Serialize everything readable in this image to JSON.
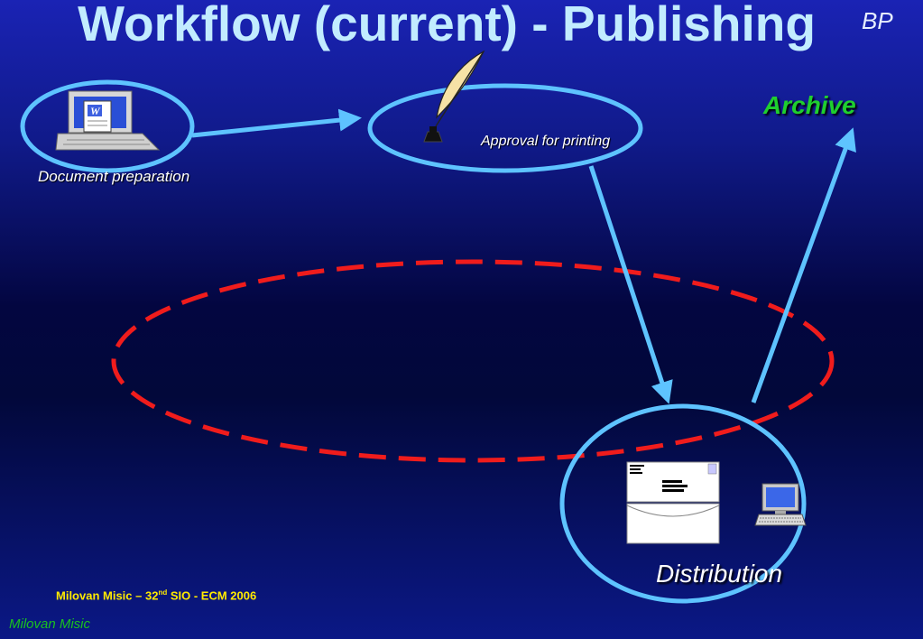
{
  "slide": {
    "title": "Workflow (current) - Publishing",
    "corner_mark": "BP",
    "footer": {
      "pre": "Milovan Misic – 32",
      "sup": "nd",
      "post": " SIO - ECM 2006"
    },
    "author": "Milovan Misic"
  },
  "diagram": {
    "nodes": {
      "document_preparation": "Document preparation",
      "approval": "Approval for printing",
      "distribution": "Distribution",
      "archive": "Archive"
    }
  },
  "colors": {
    "title": "#c2ecff",
    "ellipse_stroke": "#5ec3ff",
    "arrow": "#5ec3ff",
    "dashed_ellipse": "#f01c1c",
    "archive_text": "#1fcf2e",
    "footer_text": "#ffea00",
    "author_text": "#19c21f"
  },
  "icons": [
    "word-laptop-icon",
    "quill-inkwell-icon",
    "envelope-letter-icon",
    "desktop-computer-icon"
  ]
}
